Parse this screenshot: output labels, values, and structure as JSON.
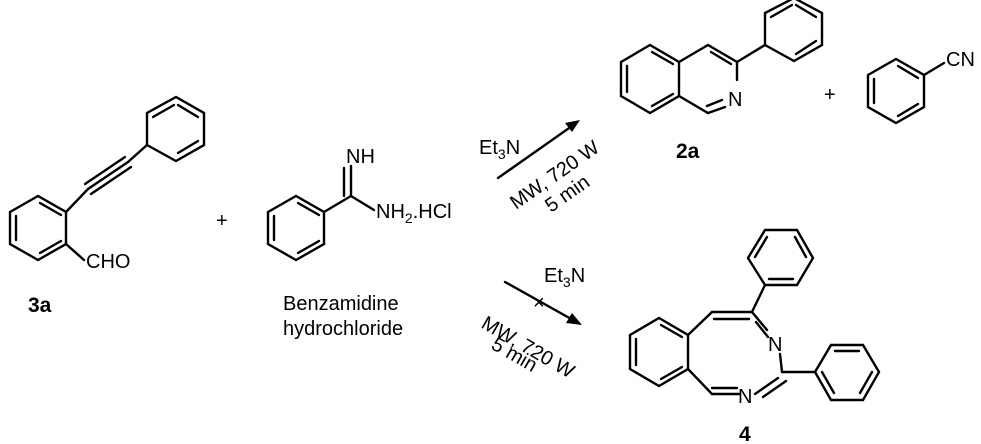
{
  "scheme": {
    "reactant_1": {
      "label": "3a",
      "aldehyde_group": "CHO"
    },
    "plus_reactants": "+",
    "reactant_2": {
      "imine_group": "NH",
      "amine_group": "NH",
      "amine_subscript": "2",
      "salt": ".HCl",
      "name_line1": "Benzamidine",
      "name_line2": "hydrochloride"
    },
    "arrow_top": {
      "reagent": "Et",
      "reagent_sub": "3",
      "reagent_atom": "N",
      "condition_line1": "MW, 720 W",
      "condition_line2": "5 min"
    },
    "arrow_bottom": {
      "reagent": "Et",
      "reagent_sub": "3",
      "reagent_atom": "N",
      "condition_line1": "MW, 720 W",
      "condition_line2": "5 min",
      "blocked_mark": "×"
    },
    "product_1": {
      "label": "2a",
      "ring_nitrogen": "N"
    },
    "plus_products": "+",
    "byproduct": {
      "nitrile_group": "CN"
    },
    "product_2": {
      "label": "4",
      "ring_nitrogen_1": "N",
      "ring_nitrogen_2": "N"
    }
  }
}
